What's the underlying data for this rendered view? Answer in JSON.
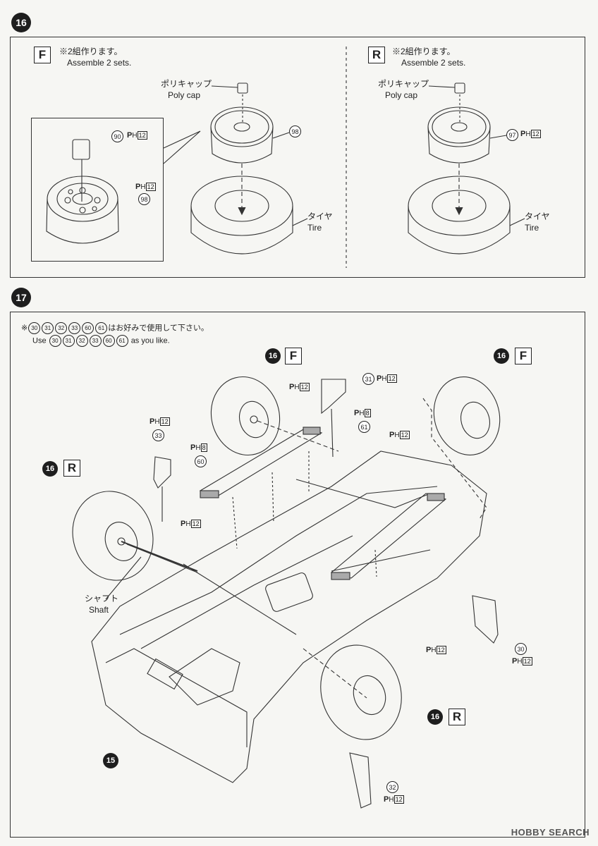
{
  "step16": {
    "badge": "16",
    "front": {
      "tag": "F",
      "note_jp": "※2組作ります。",
      "note_en": "Assemble 2 sets.",
      "polycap_jp": "ポリキャップ",
      "polycap_en": "Poly cap",
      "part_wheel": "98",
      "tire_jp": "タイヤ",
      "tire_en": "Tire",
      "detail": {
        "part_cap": "90",
        "ph_label": "P",
        "ph_sub": "H",
        "ph_num": "12",
        "ph_label2": "P",
        "ph_sub2": "H",
        "ph_num2": "12",
        "part_wheel": "98"
      }
    },
    "rear": {
      "tag": "R",
      "note_jp": "※2組作ります。",
      "note_en": "Assemble 2 sets.",
      "polycap_jp": "ポリキャップ",
      "polycap_en": "Poly cap",
      "part_wheel": "97",
      "ph_label": "P",
      "ph_sub": "H",
      "ph_num": "12",
      "tire_jp": "タイヤ",
      "tire_en": "Tire"
    }
  },
  "step17": {
    "badge": "17",
    "note_jp_prefix": "※",
    "note_jp_suffix": "はお好みで使用して下さい。",
    "note_en_prefix": "Use",
    "note_en_suffix": "as you like.",
    "optional_parts": [
      "30",
      "31",
      "32",
      "33",
      "60",
      "61"
    ],
    "callouts": {
      "front_left_ref": "16",
      "front_left_tag": "F",
      "front_right_ref": "16",
      "front_right_tag": "F",
      "rear_left_ref": "16",
      "rear_left_tag": "R",
      "rear_right_ref": "16",
      "rear_right_tag": "R",
      "body_ref": "15",
      "shaft_jp": "シャフト",
      "shaft_en": "Shaft"
    },
    "parts": [
      {
        "num": "31",
        "ph": "12"
      },
      {
        "num": "61",
        "ph": "8"
      },
      {
        "num": "33",
        "ph": "12"
      },
      {
        "num": "60",
        "ph": "8"
      },
      {
        "num": "30",
        "ph": "12"
      },
      {
        "num": "32",
        "ph": "12"
      }
    ],
    "ph_markers": [
      "12",
      "12",
      "12",
      "12"
    ]
  },
  "watermark": "HOBBY SEARCH",
  "colors": {
    "line": "#333333",
    "badge": "#1e1e1e",
    "background": "#f6f6f3"
  }
}
